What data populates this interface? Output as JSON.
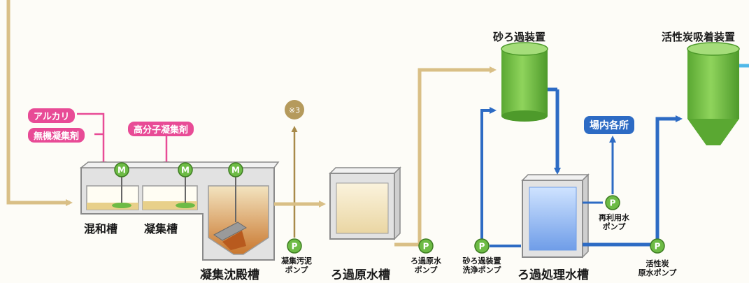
{
  "equipment": {
    "mixing_tank": "混和槽",
    "coagulation_tank": "凝集槽",
    "settling_tank": "凝集沈殿槽",
    "filtration_raw_tank": "ろ過原水槽",
    "treated_tank": "ろ過処理水槽",
    "sand_filter": "砂ろ過装置",
    "carbon_adsorber": "活性炭吸着装置"
  },
  "chemicals": {
    "alkali": "アルカリ",
    "inorganic_coagulant": "無機凝集剤",
    "polymer_coagulant": "高分子凝集剤"
  },
  "pumps": {
    "sludge_pump": [
      "凝集汚泥",
      "ポンプ"
    ],
    "filter_raw_pump": [
      "ろ過原水",
      "ポンプ"
    ],
    "backwash_pump": [
      "砂ろ過装置",
      "洗浄ポンプ"
    ],
    "reuse_pump": [
      "再利用水",
      "ポンプ"
    ],
    "carbon_raw_pump": [
      "活性炭",
      "原水ポンプ"
    ]
  },
  "destinations": {
    "plant_use": "場内各所",
    "note3": "※3"
  },
  "symbols": {
    "motor": "M",
    "pump": "P"
  },
  "colors": {
    "raw_flow": "#d9bf86",
    "clean_flow": "#2d6bc4",
    "chemical_flow": "#e84b96",
    "sludge_flow": "#a88a4a",
    "equipment_green": "#72c442",
    "tank_frame": "#bdbdbd"
  }
}
